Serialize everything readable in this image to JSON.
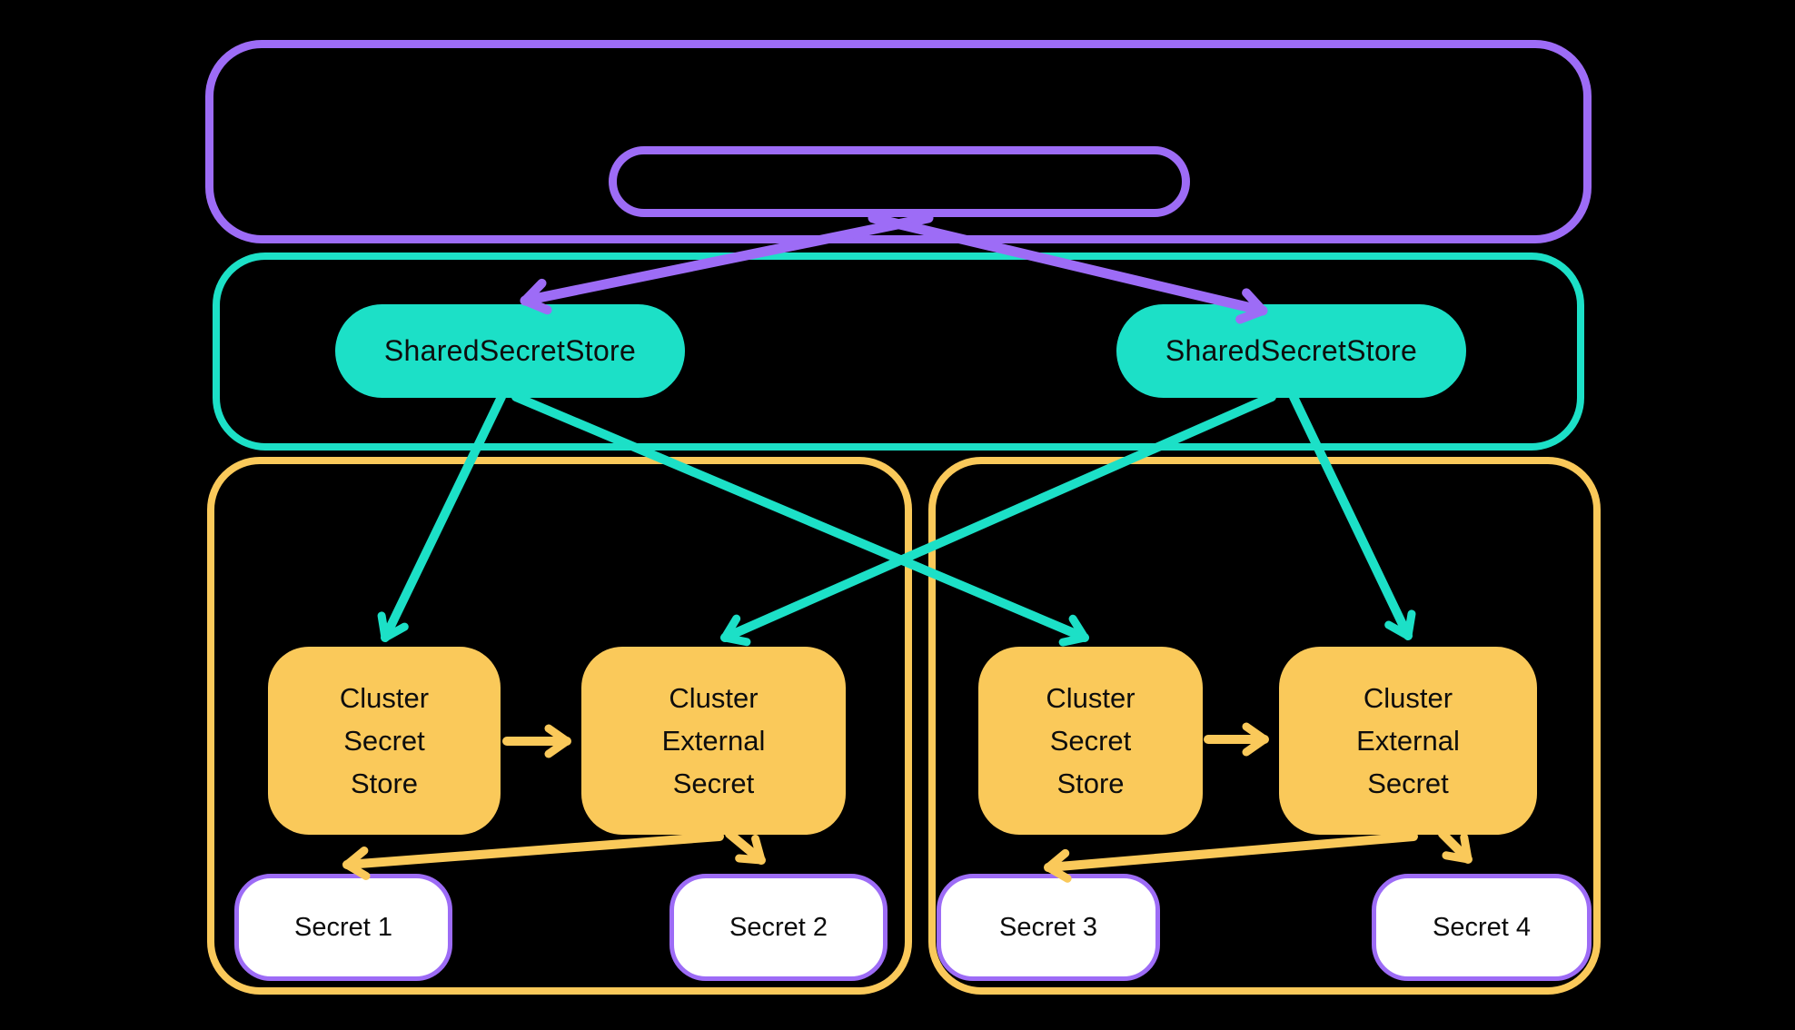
{
  "diagram": {
    "colors": {
      "purple": "#9d6cf6",
      "teal": "#1ce0c7",
      "yellow": "#fac95a",
      "secret_fill": "#ffffff",
      "text": "#0d0d0d",
      "background": "#000000"
    },
    "nodes": {
      "shared_store_left": {
        "label": "SharedSecretStore"
      },
      "shared_store_right": {
        "label": "SharedSecretStore"
      },
      "cluster_secret_store_left": {
        "lines": [
          "Cluster",
          "Secret",
          "Store"
        ]
      },
      "cluster_external_secret_left": {
        "lines": [
          "Cluster",
          "External",
          "Secret"
        ]
      },
      "cluster_secret_store_right": {
        "lines": [
          "Cluster",
          "Secret",
          "Store"
        ]
      },
      "cluster_external_secret_right": {
        "lines": [
          "Cluster",
          "External",
          "Secret"
        ]
      },
      "secret1": {
        "label": "Secret 1"
      },
      "secret2": {
        "label": "Secret 2"
      },
      "secret3": {
        "label": "Secret 3"
      },
      "secret4": {
        "label": "Secret 4"
      }
    },
    "edges": [
      {
        "from": "management-pill",
        "to": "shared-secret-store-left",
        "color": "purple"
      },
      {
        "from": "management-pill",
        "to": "shared-secret-store-right",
        "color": "purple"
      },
      {
        "from": "shared-secret-store-left",
        "to": "cluster-secret-store-left",
        "color": "teal"
      },
      {
        "from": "shared-secret-store-left",
        "to": "cluster-secret-store-right",
        "color": "teal"
      },
      {
        "from": "shared-secret-store-right",
        "to": "cluster-external-secret-left",
        "color": "teal"
      },
      {
        "from": "shared-secret-store-right",
        "to": "cluster-external-secret-right",
        "color": "teal"
      },
      {
        "from": "cluster-secret-store-left",
        "to": "cluster-external-secret-left",
        "color": "yellow"
      },
      {
        "from": "cluster-external-secret-left",
        "to": "secret-1",
        "color": "yellow"
      },
      {
        "from": "cluster-external-secret-left",
        "to": "secret-2",
        "color": "yellow"
      },
      {
        "from": "cluster-secret-store-right",
        "to": "cluster-external-secret-right",
        "color": "yellow"
      },
      {
        "from": "cluster-external-secret-right",
        "to": "secret-3",
        "color": "yellow"
      },
      {
        "from": "cluster-external-secret-right",
        "to": "secret-4",
        "color": "yellow"
      }
    ]
  }
}
